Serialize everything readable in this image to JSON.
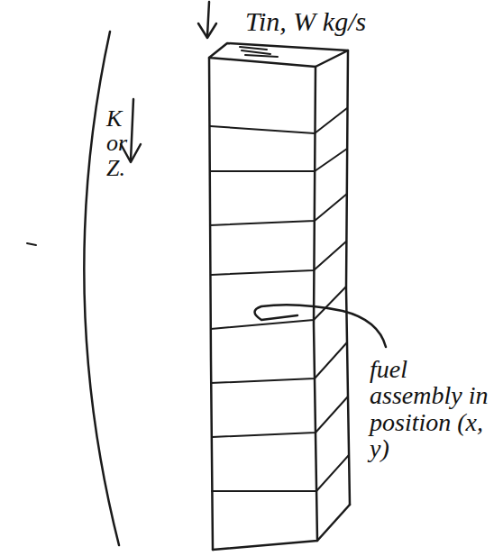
{
  "diagram": {
    "labels": [
      "Tin, W kg/s",
      "K or Z.",
      "fuel assembly in position (x, y)"
    ]
  }
}
